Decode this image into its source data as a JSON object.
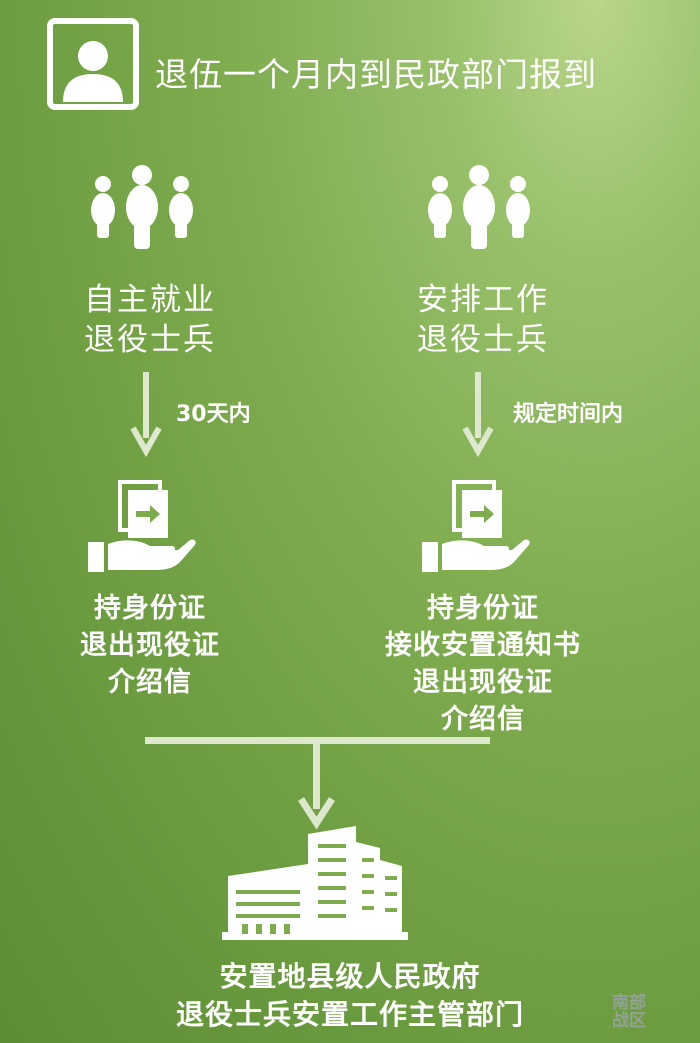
{
  "header": {
    "title": "退伍一个月内到民政部门报到",
    "icon": "user-avatar-icon"
  },
  "left": {
    "icon": "people-group-icon",
    "category": [
      "自主就业",
      "退役士兵"
    ],
    "deadline": "30天内",
    "docs_icon": "hand-document-icon",
    "documents": [
      "持身份证",
      "退出现役证",
      "介绍信"
    ]
  },
  "right": {
    "icon": "people-group-icon",
    "category": [
      "安排工作",
      "退役士兵"
    ],
    "deadline": "规定时间内",
    "docs_icon": "hand-document-icon",
    "documents": [
      "持身份证",
      "接收安置通知书",
      "退出现役证",
      "介绍信"
    ]
  },
  "footer": {
    "icon": "government-building-icon",
    "destination": [
      "安置地县级人民政府",
      "退役士兵安置工作主管部门"
    ]
  },
  "watermark": [
    "南部",
    "战区"
  ],
  "colors": {
    "background": "#7eab4e",
    "foreground": "#ffffff",
    "arrow": "#dde8cf"
  }
}
